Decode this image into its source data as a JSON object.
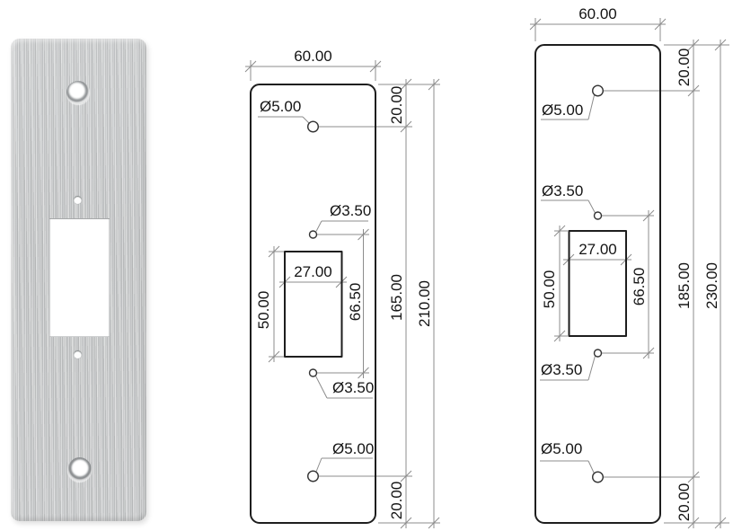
{
  "colors": {
    "outline": "#1e1e1e",
    "dimension_line": "#8c8c8c",
    "text": "#141414",
    "metal_base": "#c8cacb"
  },
  "drawings": {
    "middle": {
      "plate_width": "60.00",
      "plate_height": "210.00",
      "top_hole_offset": "20.00",
      "bottom_hole_offset": "20.00",
      "mount_hole_spacing": "165.00",
      "top_hole_dia": "Ø5.00",
      "bottom_hole_dia": "Ø5.00",
      "upper_small_hole_dia": "Ø3.50",
      "lower_small_hole_dia": "Ø3.50",
      "small_hole_spacing": "66.50",
      "cutout_width": "27.00",
      "cutout_height": "50.00"
    },
    "right": {
      "plate_width": "60.00",
      "plate_height": "230.00",
      "top_hole_offset": "20.00",
      "bottom_hole_offset": "20.00",
      "mount_hole_spacing": "185.00",
      "top_hole_dia": "Ø5.00",
      "bottom_hole_dia": "Ø5.00",
      "upper_small_hole_dia": "Ø3.50",
      "lower_small_hole_dia": "Ø3.50",
      "small_hole_spacing": "66.50",
      "cutout_width": "27.00",
      "cutout_height": "50.00"
    }
  }
}
